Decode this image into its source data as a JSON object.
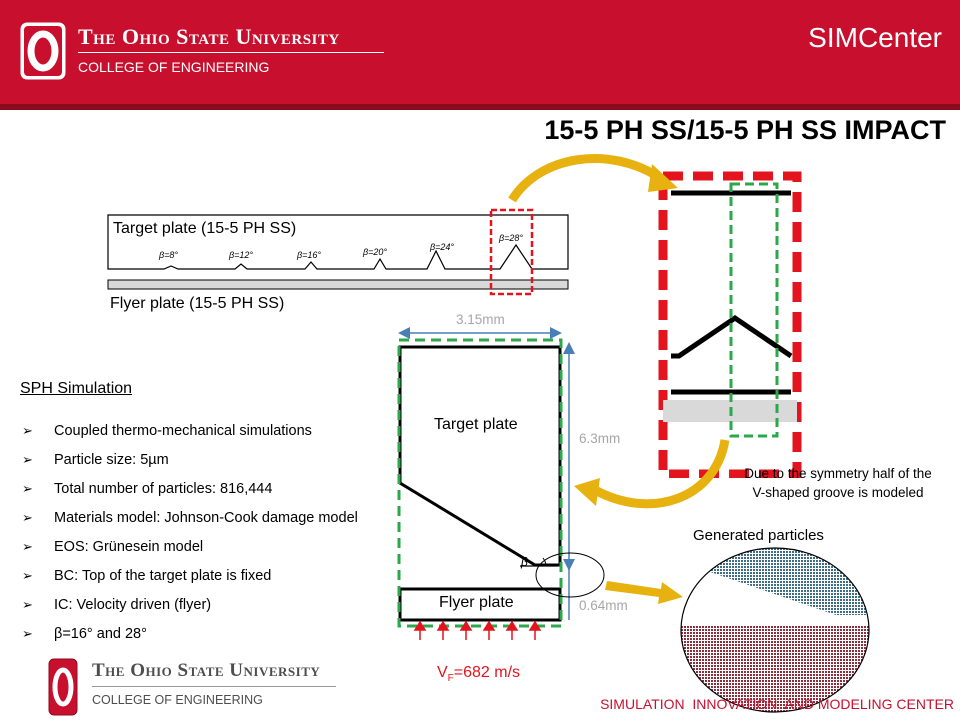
{
  "header": {
    "university_name": "The Ohio State University",
    "college": "COLLEGE OF ENGINEERING",
    "center_name": "SIMCenter",
    "logo_letter": "O"
  },
  "title": "15-5 PH SS/15-5 PH SS IMPACT",
  "top_diagram": {
    "target_label": "Target plate (15-5 PH SS)",
    "flyer_label": "Flyer plate (15-5 PH SS)",
    "groove_labels": [
      "β=8°",
      "β=12°",
      "β=16°",
      "β=20°",
      "β=24°",
      "β=28°"
    ]
  },
  "sph": {
    "heading": "SPH Simulation",
    "items": [
      "Coupled thermo-mechanical simulations",
      "Particle size: 5µm",
      "Total number of particles: 816,444",
      "Materials model: Johnson-Cook damage model",
      "EOS: Grünesein model",
      "BC: Top of the target plate is fixed",
      "IC: Velocity driven (flyer)",
      "β=16° and 28°"
    ]
  },
  "geometry": {
    "width_label": "3.15mm",
    "height_label": "6.3mm",
    "flyer_height_label": "0.64mm",
    "target_label": "Target plate",
    "flyer_label": "Flyer plate",
    "beta_label": "β",
    "velocity_prefix": "V",
    "velocity_sub": "F",
    "velocity_value": "=682 m/s"
  },
  "notes": {
    "symmetry_line1": "Due to the symmetry half of the",
    "symmetry_line2": "V-shaped groove is modeled",
    "particles_label": "Generated particles"
  },
  "footer": {
    "university_name": "The Ohio State University",
    "college": "COLLEGE OF ENGINEERING",
    "center_full": "SIMULATION  INNOVATION  AND MODELING CENTER"
  },
  "colors": {
    "scarlet": "#c8102e",
    "green_dash": "#2aa84a",
    "arrow_gold": "#e7b10f",
    "dim_gray": "#a6a6a6",
    "particles_blue": "#3f6d86",
    "particles_red": "#8b2f3c"
  }
}
